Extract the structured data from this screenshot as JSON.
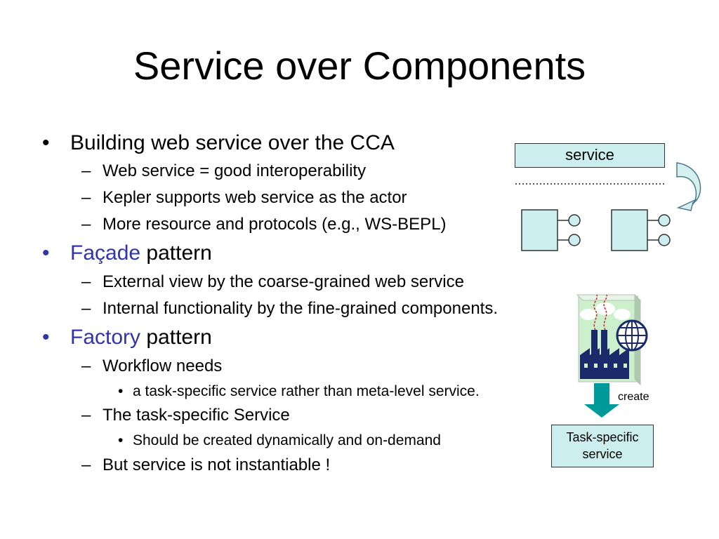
{
  "title": "Service over Components",
  "bullets": {
    "b1": "Building web service over the CCA",
    "b1_s1": "Web service = good interoperability",
    "b1_s2": "Kepler supports web service as the actor",
    "b1_s3": "More resource and protocols (e.g., WS-BEPL)",
    "b2_accent": "Façade",
    "b2_rest": " pattern",
    "b2_s1": "External view by the coarse-grained web service",
    "b2_s2": "Internal functionality by the fine-grained components.",
    "b3_accent": "Factory",
    "b3_rest": " pattern",
    "b3_s1": "Workflow needs",
    "b3_s1_1": "a task-specific service rather than meta-level service.",
    "b3_s2": "The task-specific Service",
    "b3_s2_1": "Should be created dynamically and on-demand",
    "b3_s3": "But service is not instantiable !"
  },
  "diagram": {
    "service_label": "service",
    "create_label": "create",
    "task_box_line1": "Task-specific",
    "task_box_line2": "service"
  },
  "colors": {
    "accent": "#3333aa",
    "box_fill": "#cceeee",
    "arrow_teal": "#009999"
  }
}
